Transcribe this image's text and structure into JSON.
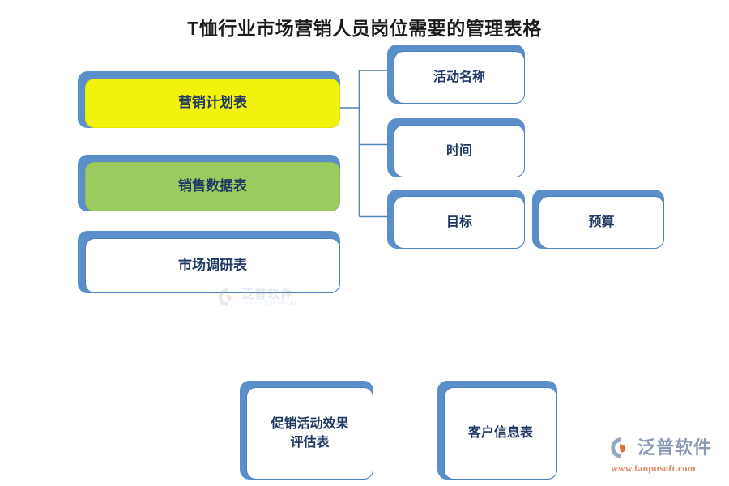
{
  "page": {
    "title": "T恤行业市场营销人员岗位需要的管理表格",
    "background": "#ffffff",
    "accent_blue": "#4F81BD",
    "shadow_blue": "#5B8FCA",
    "text_navy": "#1F3864",
    "yellow": "#F2F20D",
    "green": "#9BCB5F"
  },
  "diagram": {
    "left_column": [
      {
        "label": "营销计划表",
        "fill": "yellow"
      },
      {
        "label": "销售数据表",
        "fill": "green"
      },
      {
        "label": "市场调研表",
        "fill": "white"
      }
    ],
    "right_column": [
      {
        "label": "活动名称",
        "fill": "white"
      },
      {
        "label": "时间",
        "fill": "white"
      },
      {
        "label": "目标",
        "fill": "white"
      }
    ],
    "far_right": [
      {
        "label": "预算",
        "fill": "white"
      }
    ],
    "bottom_row": [
      {
        "label": "促销活动效果\n评估表",
        "line1": "促销活动效果",
        "line2": "评估表",
        "fill": "white"
      },
      {
        "label": "客户信息表",
        "fill": "white"
      }
    ]
  },
  "watermark_center": {
    "cn": "泛普软件",
    "en": "FANPU SOFTWARE"
  },
  "logo": {
    "cn": "泛普软件",
    "url": "www.fanpusoft.com"
  }
}
